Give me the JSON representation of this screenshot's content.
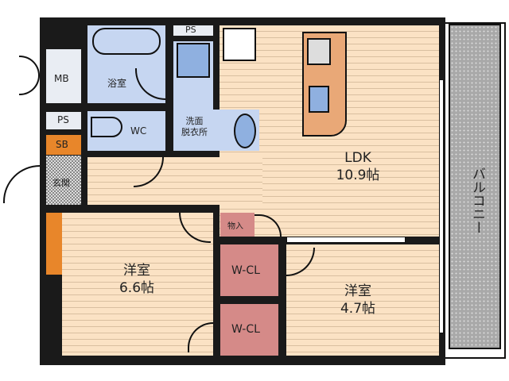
{
  "rooms": {
    "ldk": {
      "name": "LDK",
      "size": "10.9帖"
    },
    "western1": {
      "name": "洋室",
      "size": "6.6帖"
    },
    "western2": {
      "name": "洋室",
      "size": "4.7帖"
    },
    "bath": "浴室",
    "wc": "WC",
    "washroom_line1": "洗面",
    "washroom_line2": "脱衣所",
    "entrance": "玄関",
    "mb": "MB",
    "ps_left": "PS",
    "ps_top": "PS",
    "sb": "SB",
    "storage": "物入",
    "wcl1": "W-CL",
    "wcl2": "W-CL",
    "balcony": "バルコニー"
  },
  "colors": {
    "floor": "#fbe2c4",
    "wet_area": "#c6d6f1",
    "closet": "#d58a88",
    "shoe_box": "#e8862a",
    "balcony": "#a9a9a9",
    "wall": "#1a1a1a"
  }
}
